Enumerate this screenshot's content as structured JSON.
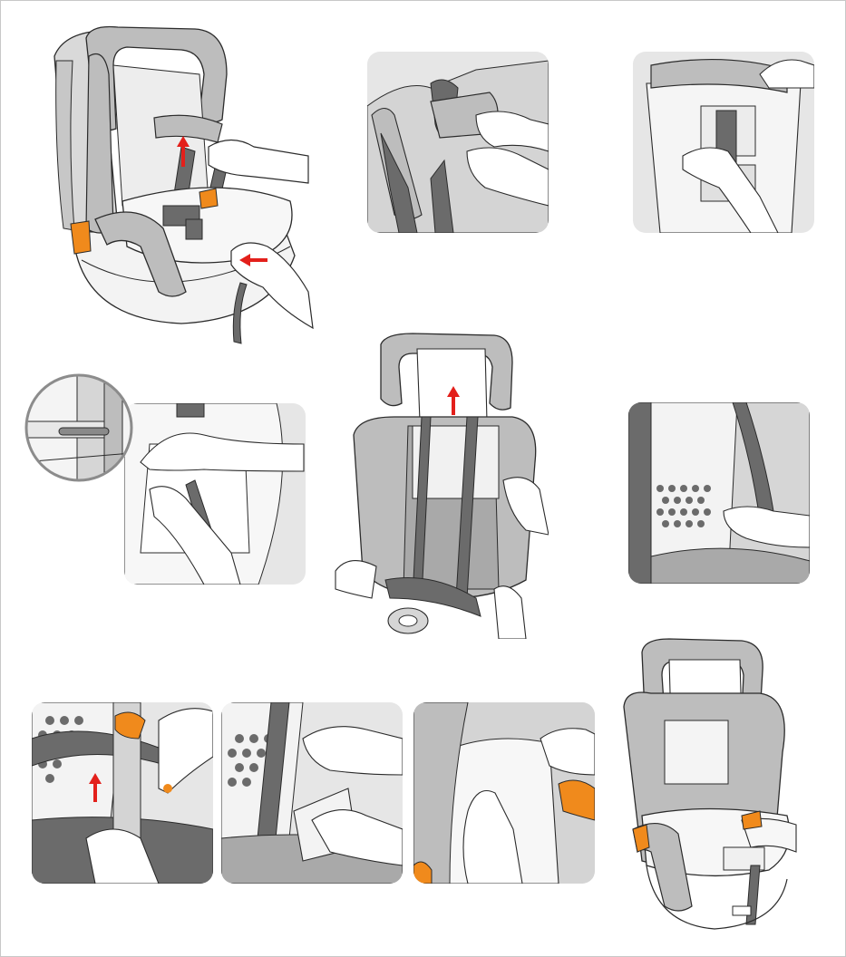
{
  "document": {
    "kind": "assembly-instruction-sheet",
    "text_content": [],
    "colors": {
      "seat_grey": "#bdbdbd",
      "seat_light": "#e4e4e4",
      "strap_dark": "#6b6b6b",
      "accent_orange": "#f08a1c",
      "arrow_red": "#e3201b",
      "line": "#2b2b2b",
      "panel_bg": "#e6e6e6"
    },
    "steps": [
      {
        "id": "step-1",
        "depicts": "seat-top-view-remove-shoulder-pad"
      },
      {
        "id": "step-2",
        "depicts": "detach-shoulder-pad"
      },
      {
        "id": "step-3",
        "depicts": "pull-strap-through-back"
      },
      {
        "id": "step-4",
        "depicts": "release-pin-detail"
      },
      {
        "id": "step-5",
        "depicts": "lift-headrest-cover"
      },
      {
        "id": "step-6",
        "depicts": "remove-side-cover"
      },
      {
        "id": "step-7",
        "depicts": "pull-cover-edge-up"
      },
      {
        "id": "step-8",
        "depicts": "remove-seat-pad"
      },
      {
        "id": "step-9",
        "depicts": "smooth-seat-cover"
      },
      {
        "id": "step-10",
        "depicts": "assembled-booster-seat"
      }
    ]
  }
}
